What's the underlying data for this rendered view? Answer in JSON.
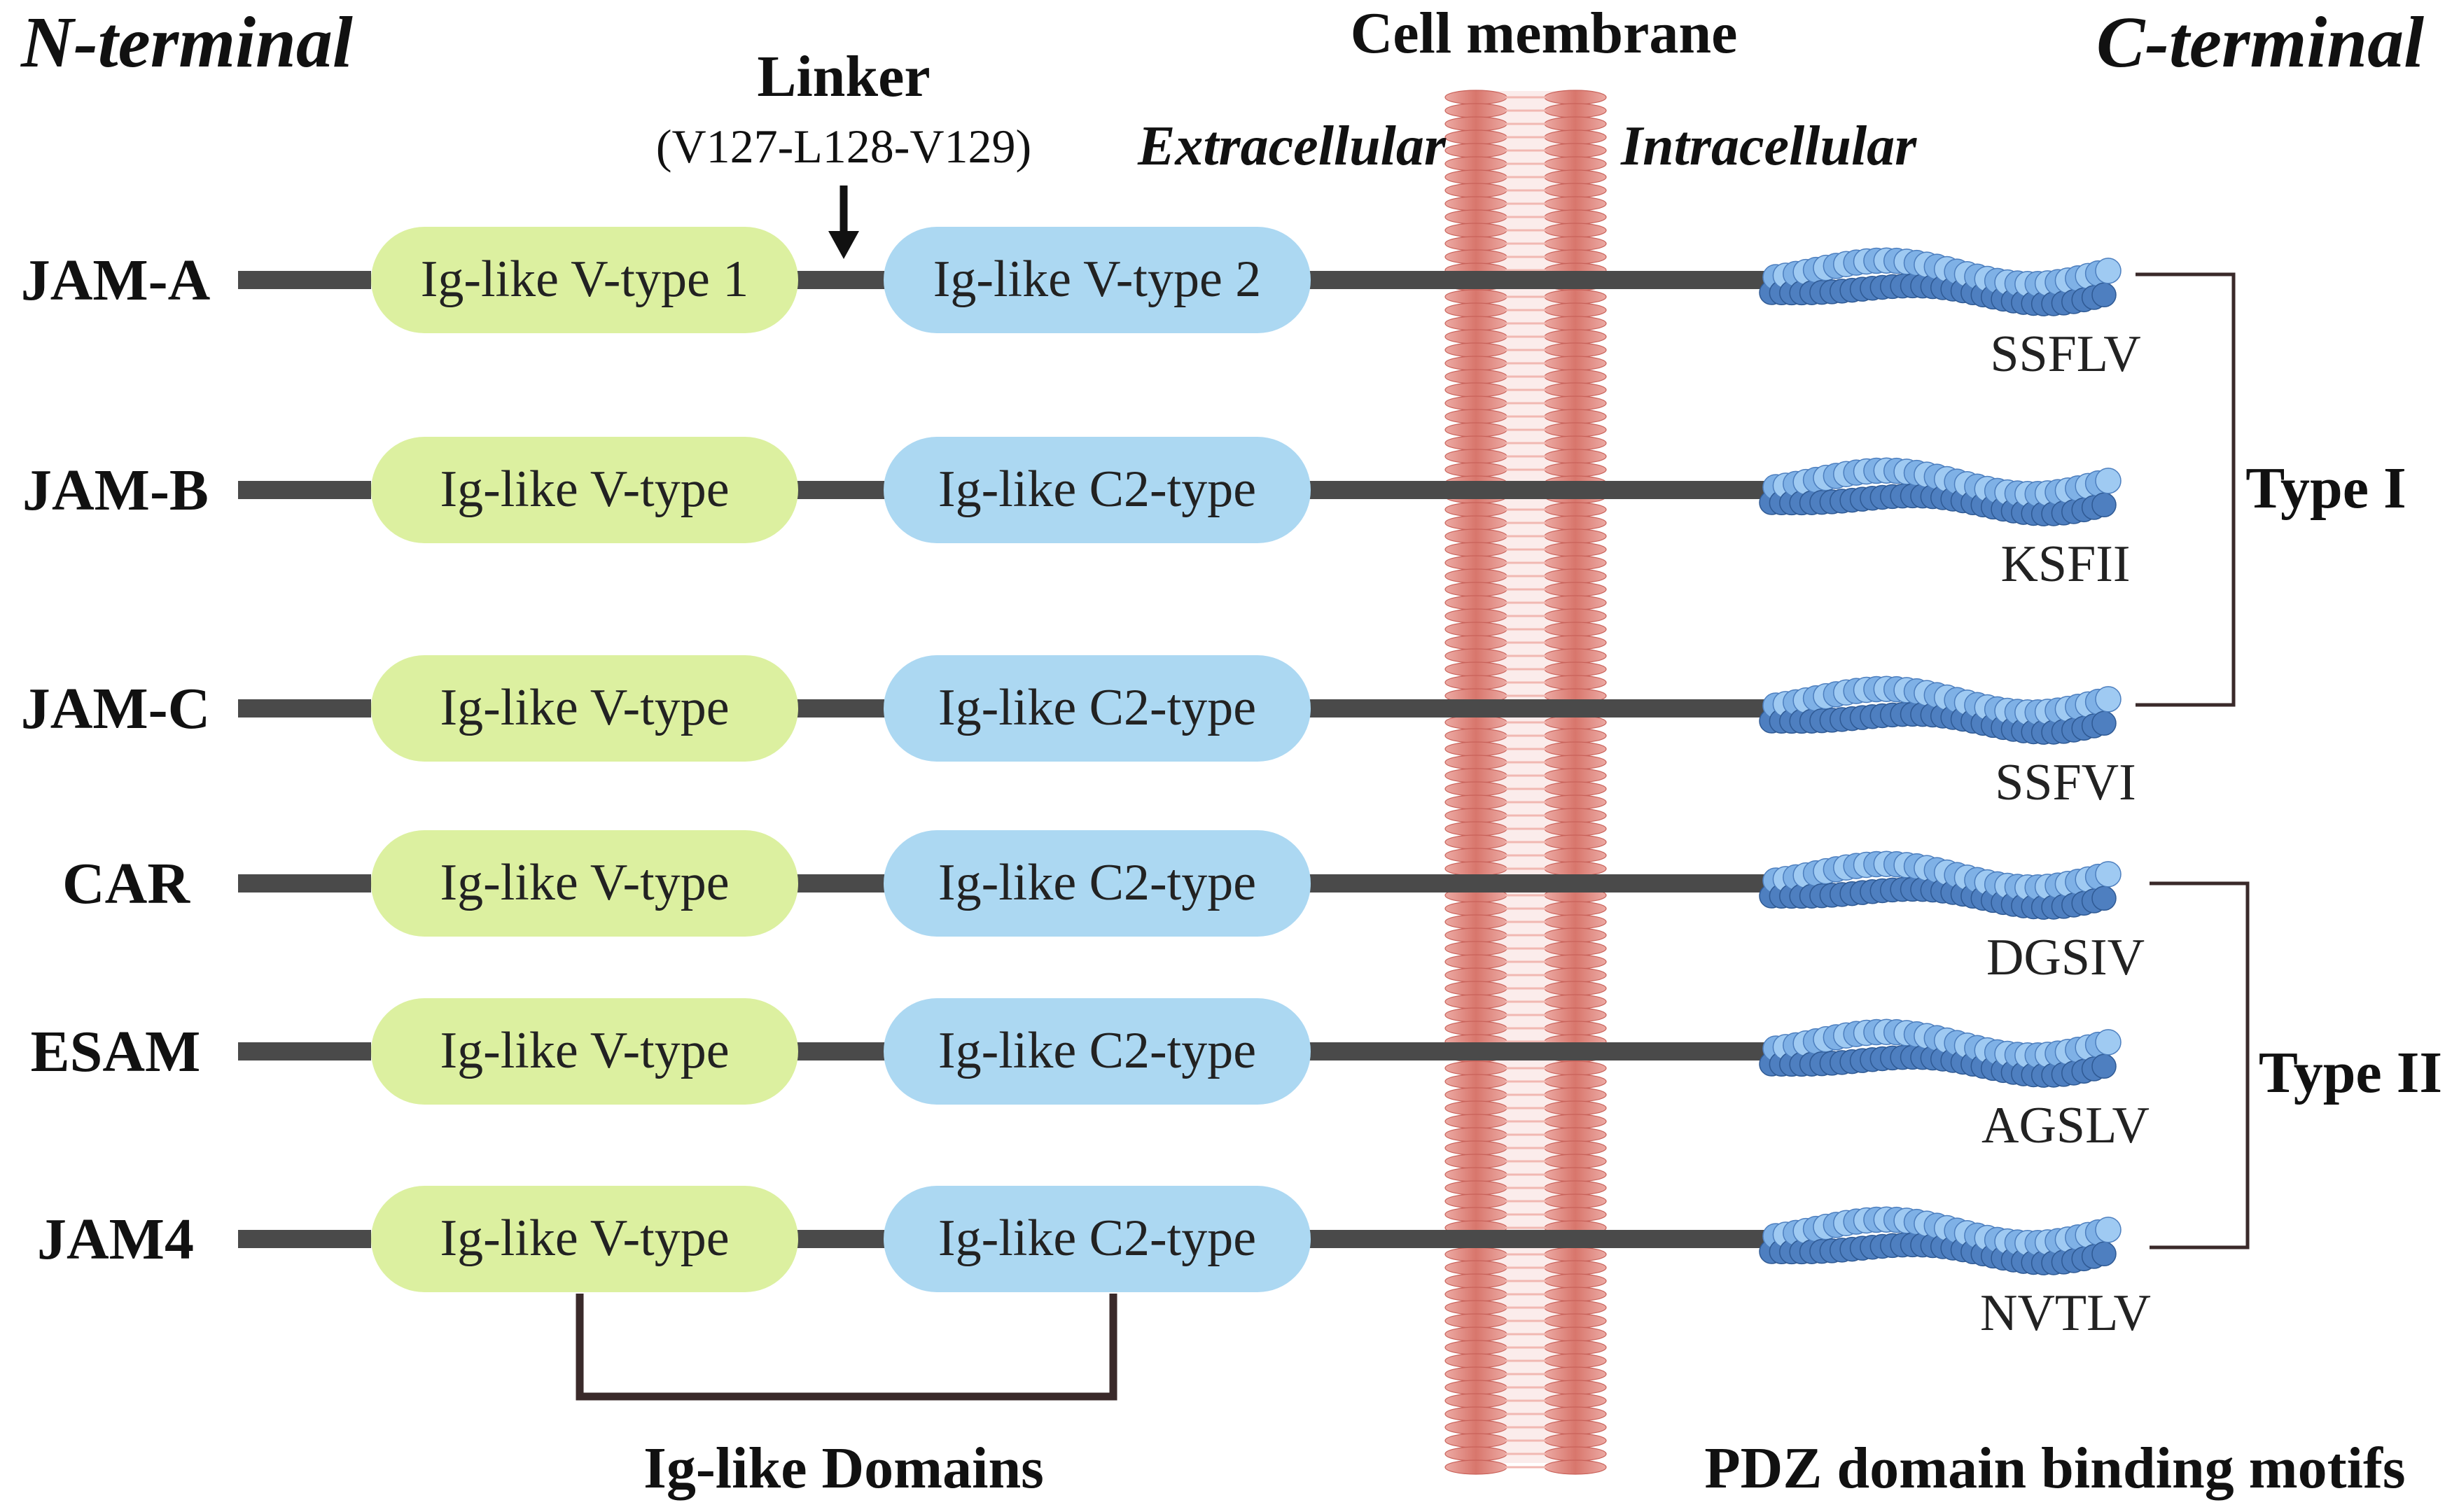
{
  "headers": {
    "n_terminal": "N-terminal",
    "c_terminal": "C-terminal",
    "cell_membrane": "Cell membrane",
    "extracellular": "Extracellular",
    "intracellular": "Intracellular",
    "linker_title": "Linker",
    "linker_residues": "(V127-L128-V129)"
  },
  "proteins": [
    {
      "name": "JAM-A",
      "domain1": "Ig-like V-type 1",
      "domain2": "Ig-like V-type 2",
      "motif": "SSFLV"
    },
    {
      "name": "JAM-B",
      "domain1": "Ig-like V-type",
      "domain2": "Ig-like C2-type",
      "motif": "KSFII"
    },
    {
      "name": "JAM-C",
      "domain1": "Ig-like V-type",
      "domain2": "Ig-like C2-type",
      "motif": "SSFVI"
    },
    {
      "name": "CAR",
      "domain1": "Ig-like V-type",
      "domain2": "Ig-like C2-type",
      "motif": "DGSIV"
    },
    {
      "name": "ESAM",
      "domain1": "Ig-like V-type",
      "domain2": "Ig-like C2-type",
      "motif": "AGSLV"
    },
    {
      "name": "JAM4",
      "domain1": "Ig-like V-type",
      "domain2": "Ig-like C2-type",
      "motif": "NVTLV"
    }
  ],
  "groups": [
    {
      "label": "Type I"
    },
    {
      "label": "Type II"
    }
  ],
  "footer": {
    "ig_domains": "Ig-like Domains",
    "pdz_motifs": "PDZ domain binding motifs"
  },
  "colors": {
    "domain_v": "#dcf0a0",
    "domain_c2": "#acd8f2",
    "backbone": "#4a4a4a",
    "membrane": "#e0837a",
    "bead_light": "#9fcaf2",
    "bead_dark": "#4e7fc0",
    "bracket": "#3a2a2a"
  }
}
